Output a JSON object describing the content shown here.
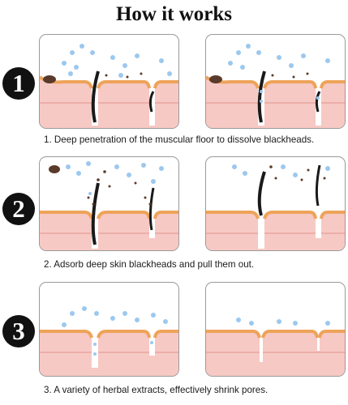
{
  "title": "How it works",
  "steps": [
    {
      "number": "1",
      "caption": "1. Deep penetration of the muscular floor to dissolve blackheads."
    },
    {
      "number": "2",
      "caption": "2. Adsorb deep skin blackheads and pull them out."
    },
    {
      "number": "3",
      "caption": "3. A variety of herbal extracts, effectively shrink pores."
    }
  ],
  "colors": {
    "skin": "#f7c9c4",
    "skin_line": "#e8a6a0",
    "orange_layer": "#eea35a",
    "bubble": "#9cc8ee",
    "hair": "#1a1a1a",
    "dirt": "#5a3a2a"
  }
}
